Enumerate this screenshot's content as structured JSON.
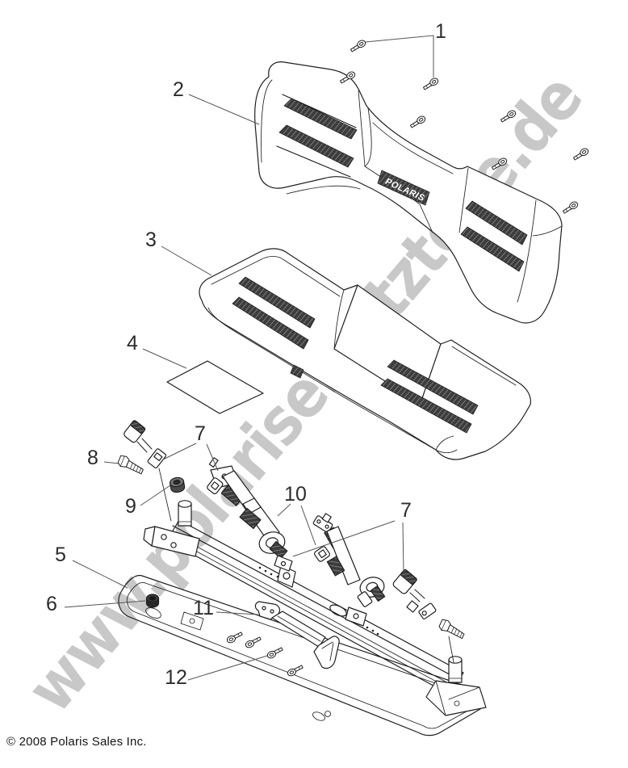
{
  "watermark": {
    "text": "www.polarisersatzteile.de",
    "color": "#c8c8c8"
  },
  "footer": {
    "copyright": "© 2008 Polaris Sales Inc."
  },
  "diagram": {
    "brand_badge": "POLARIS",
    "colors": {
      "line": "#1f1f1f",
      "hatch": "#3d3d3d",
      "leader": "#555555"
    },
    "callouts": [
      {
        "id": "1",
        "label": "1"
      },
      {
        "id": "2",
        "label": "2"
      },
      {
        "id": "3",
        "label": "3"
      },
      {
        "id": "4",
        "label": "4"
      },
      {
        "id": "5",
        "label": "5"
      },
      {
        "id": "6",
        "label": "6"
      },
      {
        "id": "7a",
        "label": "7"
      },
      {
        "id": "8",
        "label": "8"
      },
      {
        "id": "9",
        "label": "9"
      },
      {
        "id": "10",
        "label": "10"
      },
      {
        "id": "7b",
        "label": "7"
      },
      {
        "id": "11",
        "label": "11"
      },
      {
        "id": "12",
        "label": "12"
      }
    ]
  }
}
